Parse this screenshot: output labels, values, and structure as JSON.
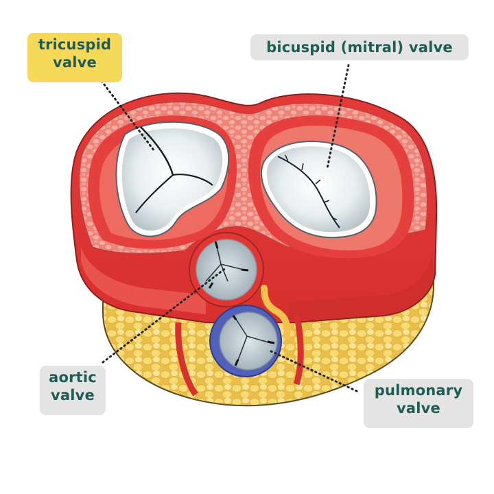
{
  "diagram": {
    "subject": "Heart valves (superior view, cross-section)",
    "colors": {
      "label_text": "#1f5c55",
      "highlight_label_bg": "#f7d95a",
      "label_bg": "#e4e4e4",
      "myocardium": "#e8413f",
      "myocardium_light": "#ef6e64",
      "tissue_pattern": "#f2a095",
      "valve_leaflet": "#e6ecef",
      "fat": "#f6d770",
      "pulmonary_ring": "#5160b8",
      "leader_line": "#222222"
    },
    "labels": [
      {
        "id": "tricuspid",
        "lines": [
          "tricuspid",
          "valve"
        ],
        "highlighted": true
      },
      {
        "id": "bicuspid",
        "lines": [
          "bicuspid (mitral) valve"
        ],
        "highlighted": false
      },
      {
        "id": "aortic",
        "lines": [
          "aortic",
          "valve"
        ],
        "highlighted": false
      },
      {
        "id": "pulmonary",
        "lines": [
          "pulmonary",
          "valve"
        ],
        "highlighted": false
      }
    ]
  }
}
